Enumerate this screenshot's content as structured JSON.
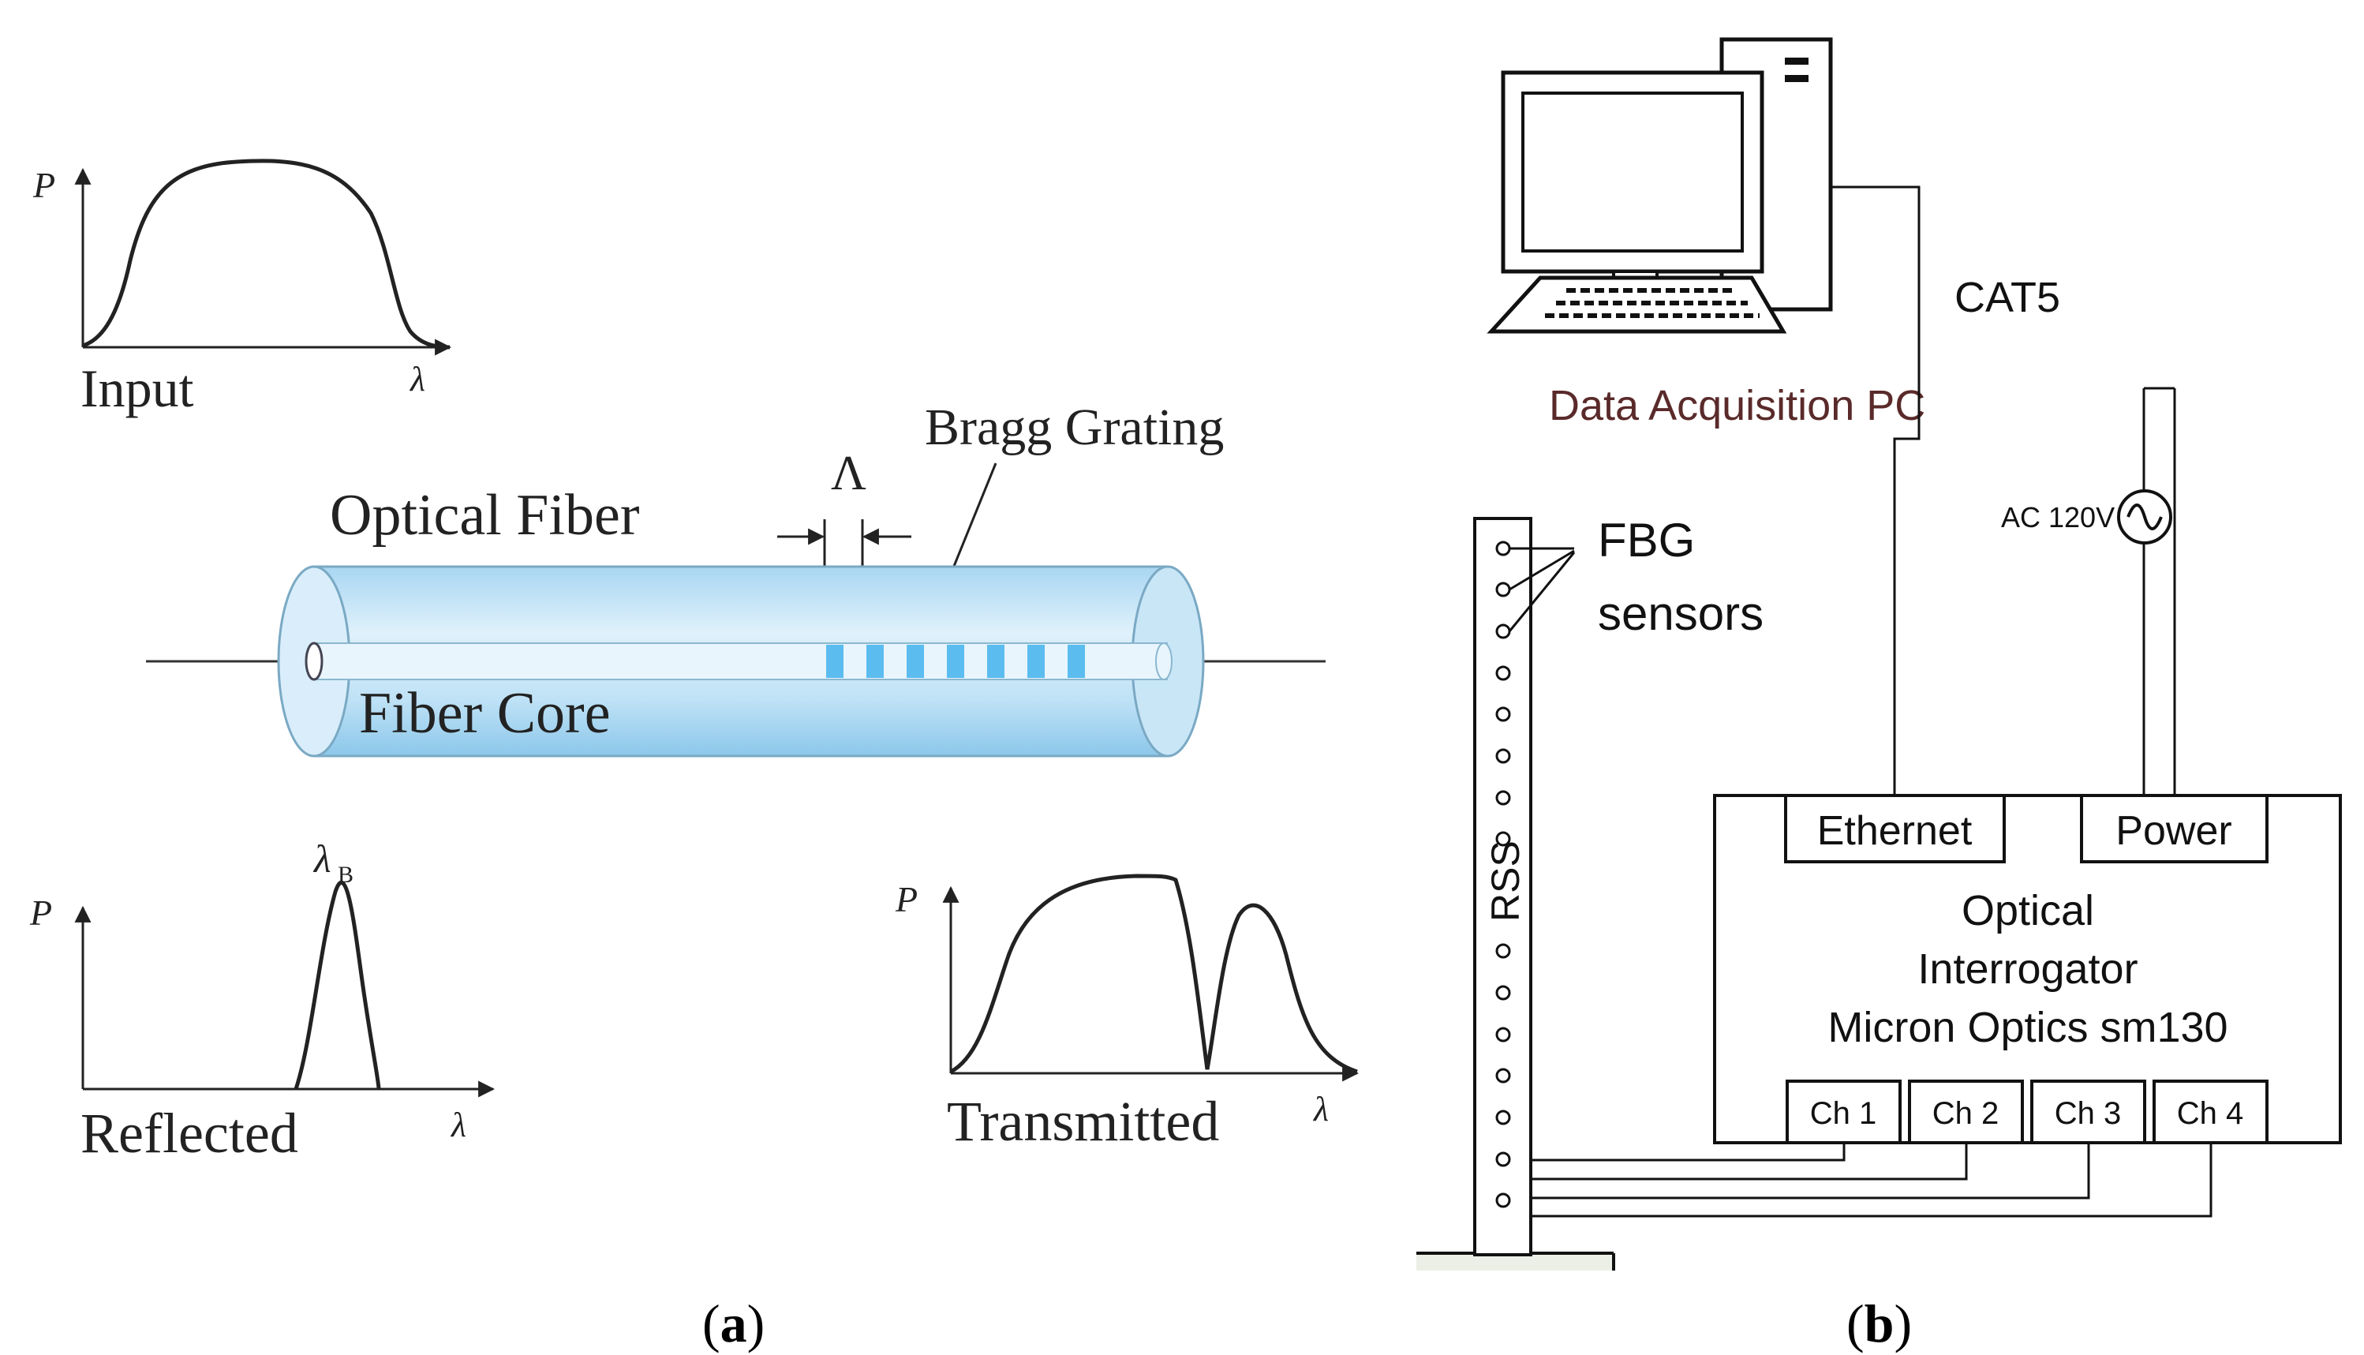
{
  "panel_a": {
    "caption_open": "(",
    "caption_letter": "a",
    "caption_close": ")",
    "axis_p": "P",
    "axis_lambda": "λ",
    "input_label": "Input",
    "reflected_label": "Reflected",
    "transmitted_label": "Transmitted",
    "lambda_b": "λ",
    "lambda_b_sub": "B",
    "optical_fiber_label": "Optical Fiber",
    "fiber_core_label": "Fiber Core",
    "bragg_grating_label": "Bragg Grating",
    "period_symbol": "Λ"
  },
  "panel_b": {
    "caption_open": "(",
    "caption_letter": "b",
    "caption_close": ")",
    "cat5_label": "CAT5",
    "pc_label": "Data Acquisition PC",
    "fbg_label_line1": "FBG",
    "fbg_label_line2": "sensors",
    "rss_label": "RSS",
    "ac_label": "AC 120V",
    "ethernet_label": "Ethernet",
    "power_label": "Power",
    "interrogator_line1": "Optical",
    "interrogator_line2": "Interrogator",
    "interrogator_line3": "Micron Optics sm130",
    "channels": [
      "Ch 1",
      "Ch 2",
      "Ch 3",
      "Ch 4"
    ]
  },
  "colors": {
    "pc_label": "#5a2a2a",
    "fiber_fill": "#cfe8f7",
    "grating": "#5bbcf0"
  }
}
